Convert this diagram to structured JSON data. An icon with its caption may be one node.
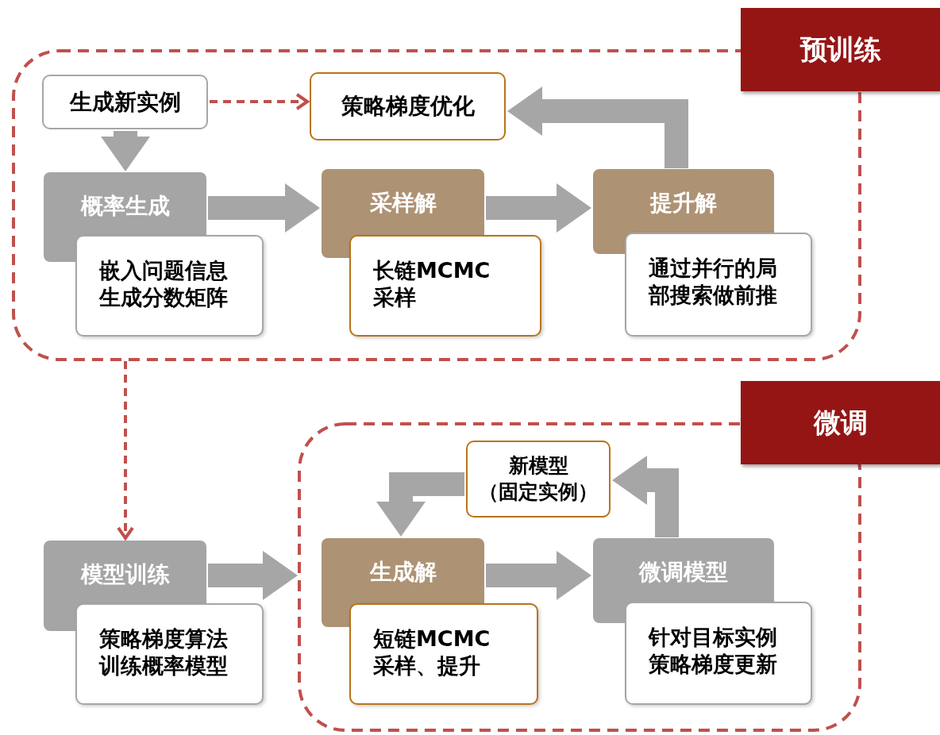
{
  "diagram": {
    "nodes": [
      {
        "text": [
          "预训练"
        ]
      },
      {
        "text": [
          "生成新实例"
        ],
        "in": 0
      },
      {
        "text": [
          "策略梯度优化"
        ],
        "in": 0
      },
      {
        "text": [
          "概率生成",
          "嵌入问题信息生成分数矩阵"
        ],
        "in": 0
      },
      {
        "text": [
          "采样解",
          "长链MCMC采样"
        ],
        "in": 0
      },
      {
        "text": [
          "提升解",
          "通过并行的局部搜索做前推"
        ],
        "in": 0
      },
      {
        "text": [
          "模型训练",
          "策略梯度算法训练概率模型"
        ]
      },
      {
        "text": [
          "微调"
        ]
      },
      {
        "text": [
          "新模型（固定实例）"
        ],
        "in": 7
      },
      {
        "text": [
          "生成解",
          "短链MCMC采样、提升"
        ],
        "in": 7
      },
      {
        "text": [
          "微调模型",
          "针对目标实例策略梯度更新"
        ],
        "in": 7
      }
    ],
    "edges": [
      {
        "from": 1,
        "to": 2,
        "arrow": "to",
        "style": "dashed",
        "color": "#c0504d"
      },
      {
        "from": 1,
        "to": 3,
        "arrow": "to",
        "style": "thick"
      },
      {
        "from": 3,
        "to": 4,
        "arrow": "to",
        "style": "thick"
      },
      {
        "from": 4,
        "to": 5,
        "arrow": "to",
        "style": "thick"
      },
      {
        "from": 5,
        "to": 2,
        "arrow": "to",
        "style": "thick"
      },
      {
        "from": 0,
        "to": 6,
        "arrow": "to",
        "style": "dashed",
        "color": "#c0504d"
      },
      {
        "from": 6,
        "to": 7,
        "arrow": "to",
        "style": "thick"
      },
      {
        "from": 9,
        "to": 10,
        "arrow": "to",
        "style": "thick"
      },
      {
        "from": 10,
        "to": 8,
        "arrow": "to",
        "style": "thick"
      },
      {
        "from": 8,
        "to": 9,
        "arrow": "to",
        "style": "thick"
      }
    ]
  }
}
